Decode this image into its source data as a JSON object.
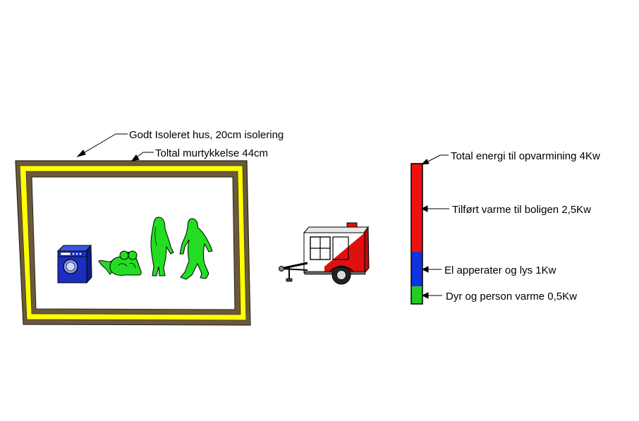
{
  "labels": {
    "house_insulation": "Godt Isoleret hus, 20cm isolering",
    "wall_thickness": "Toltal murtykkelse 44cm",
    "total_energy": "Total energi til opvarmining 4Kw",
    "supplied_heat": "Tilført varme til boligen 2,5Kw",
    "appliances": "El apperater og lys 1Kw",
    "body_heat": "Dyr og person varme 0,5Kw"
  },
  "energy_bar": {
    "total_kw": 4,
    "segments": [
      {
        "name": "Tilført varme til boligen",
        "kw": 2.5,
        "color": "#ee1111"
      },
      {
        "name": "El apperater og lys",
        "kw": 1,
        "color": "#1133dd"
      },
      {
        "name": "Dyr og person varme",
        "kw": 0.5,
        "color": "#22cc22"
      }
    ]
  },
  "colors": {
    "wall_outer": "#6b5a3a",
    "insulation": "#ffff00",
    "figure_green": "#22dd22",
    "washer_blue": "#1a2fbf",
    "trailer_red": "#e01010"
  },
  "icons": [
    "washing-machine-icon",
    "crawling-child-icon",
    "dog-icon",
    "standing-woman-icon",
    "walking-man-icon",
    "heater-trailer-icon"
  ]
}
